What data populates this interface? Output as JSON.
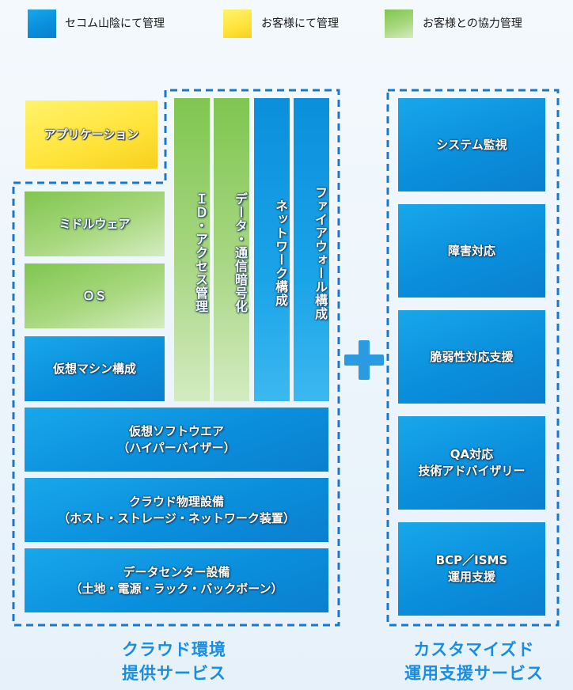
{
  "legend": [
    {
      "label": "セコム山陰にて管理",
      "color": "#16a0e6"
    },
    {
      "label": "お客様にて管理",
      "color": "#ffe83d"
    },
    {
      "label": "お客様との協力管理",
      "color": "#8fcc63"
    }
  ],
  "cloud": {
    "application": "アプリケーション",
    "middleware": "ミドルウェア",
    "os": "ＯＳ",
    "vm": "仮想マシン構成",
    "columns": [
      "ＩＤ・アクセス管理",
      "データ・通信暗号化",
      "ネットワーク構成",
      "ファイアウォール構成"
    ],
    "hypervisor": "仮想ソフトウエア\n（ハイパーバイザー）",
    "physical": "クラウド物理設備\n（ホスト・ストレージ・ネットワーク装置）",
    "datacenter": "データセンター設備\n（土地・電源・ラック・バックボーン）",
    "caption_line1": "クラウド環境",
    "caption_line2": "提供サービス"
  },
  "plus": "＋",
  "custom": {
    "items": [
      "システム監視",
      "障害対応",
      "脆弱性対応支援",
      "QA対応\n技術アドバイザリー",
      "BCP／ISMS\n運用支援"
    ],
    "caption_line1": "カスタマイズド",
    "caption_line2": "運用支援サービス"
  },
  "colors": {
    "accent": "#1a8de0",
    "dashed_border": "#1b78c8"
  }
}
